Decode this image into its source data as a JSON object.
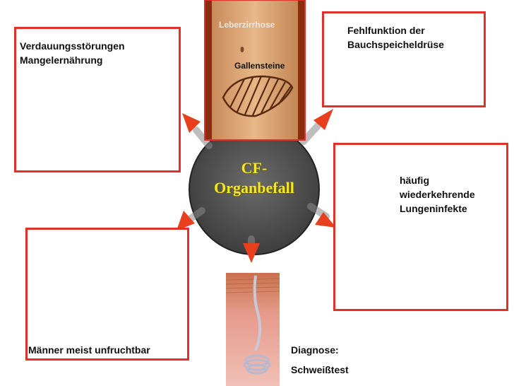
{
  "center": {
    "title_line1": "CF-",
    "title_line2": "Organbefall"
  },
  "panels": {
    "digestion": {
      "line1": "Verdauungsstörungen",
      "line2": "Mangelernährung"
    },
    "abdomen": {
      "liver": "Leberzirrhose",
      "gall": "Gallensteine"
    },
    "pancreas": {
      "line1": "Fehlfunktion der",
      "line2": "Bauchspeicheldrüse"
    },
    "lungs": {
      "line1": "häufig",
      "line2": "wiederkehrende",
      "line3": "Lungeninfekte"
    },
    "skin": {
      "line1": "Diagnose:",
      "line2": "Schweißtest"
    },
    "reproductive": {
      "line1": "Männer meist unfruchtbar"
    }
  },
  "colors": {
    "frame": "#e0312b",
    "arrow": "#e8401f",
    "center_fill": "#555555",
    "center_text": "#f0e82a"
  }
}
